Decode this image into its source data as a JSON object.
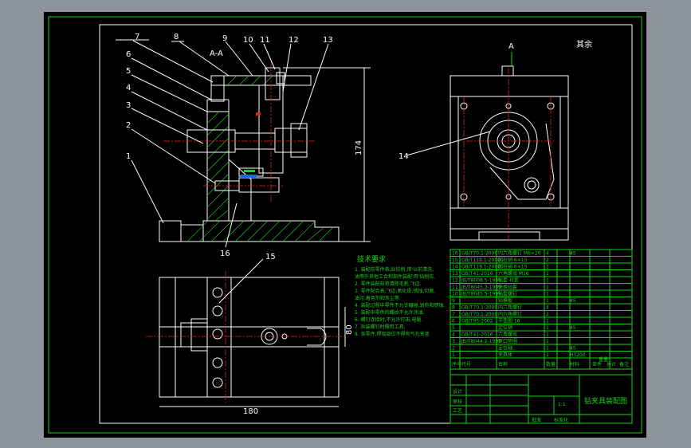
{
  "drawing": {
    "section_label": "A-A",
    "view_arrow_label": "A",
    "roughness_note": "其余",
    "dimensions": {
      "height": "174",
      "width": "180",
      "depth": "80"
    },
    "part_callouts": [
      "1",
      "2",
      "3",
      "4",
      "5",
      "6",
      "7",
      "8",
      "9",
      "10",
      "11",
      "12",
      "13",
      "14",
      "15",
      "16"
    ],
    "tech_requirements_title": "技术要求",
    "tech_requirements": [
      "1. 装配前零件表,钻铰削,用'以前清洗,",
      "油等外其他工合和部件装配'用'钻削应,",
      "2. 零件装配前将清除毛刺,飞边.",
      "3. 零件配合表,飞边,氧化皮,锈蚀,切屑,",
      "油污,着色剂和灰尘等.",
      "4. 装配过程中零件不允许磕碰,划伤和锈蚀.",
      "5. 装配中零件的螺纹不允许涂油.",
      "6. 螺钉连接时,不允许打击,电锯.",
      "7. 拆装螺钉时需用工具,",
      "8. 各零件,焊接部位不得有气孔夹渣."
    ],
    "bom_rows": [
      {
        "no": "16",
        "code": "GB/T70.1-2000",
        "name": "内六角螺钉 M6×20",
        "qty": "4",
        "mat": "45"
      },
      {
        "no": "15",
        "code": "GB/T119.1-2000",
        "name": "圆柱销 6×15",
        "qty": "2",
        "mat": ""
      },
      {
        "no": "14",
        "code": "GB/T119.1-2000",
        "name": "圆柱销 6×15",
        "qty": "2",
        "mat": ""
      },
      {
        "no": "13",
        "code": "GB/T41-2016",
        "name": "六角螺母 M16",
        "qty": "1",
        "mat": ""
      },
      {
        "no": "12",
        "code": "JB/T8008.5-1999",
        "name": "钻套 衬套",
        "qty": "1",
        "mat": ""
      },
      {
        "no": "11",
        "code": "JB/T8045.3-1999",
        "name": "快换钻套",
        "qty": "1",
        "mat": ""
      },
      {
        "no": "10",
        "code": "JB/T8045.5-1999",
        "name": "钻套螺钉",
        "qty": "1",
        "mat": ""
      },
      {
        "no": "9",
        "code": "",
        "name": "钻模板",
        "qty": "1",
        "mat": "45"
      },
      {
        "no": "8",
        "code": "GB/T70.1-2000",
        "name": "内六角螺钉",
        "qty": "4",
        "mat": ""
      },
      {
        "no": "7",
        "code": "GB/T70.1-2000",
        "name": "内六角螺钉",
        "qty": "2",
        "mat": ""
      },
      {
        "no": "6",
        "code": "GB/T95-2002",
        "name": "平垫圈 16",
        "qty": "1",
        "mat": ""
      },
      {
        "no": "5",
        "code": "",
        "name": "定位销",
        "qty": "1",
        "mat": "45"
      },
      {
        "no": "4",
        "code": "GB/T41-2016",
        "name": "六角螺母",
        "qty": "1",
        "mat": ""
      },
      {
        "no": "3",
        "code": "JB/T8044.2-1999",
        "name": "开口垫圈",
        "qty": "1",
        "mat": ""
      },
      {
        "no": "2",
        "code": "",
        "name": "定位轴",
        "qty": "1",
        "mat": "45"
      },
      {
        "no": "1",
        "code": "",
        "name": "夹具体",
        "qty": "1",
        "mat": "HT200"
      }
    ],
    "bom_header": {
      "no": "序号",
      "code": "代号",
      "name": "名称",
      "qty": "数量",
      "mat": "材料",
      "single": "单件",
      "total": "总计",
      "weight": "重量",
      "remark": "备注"
    },
    "title_block": {
      "title": "钻夹具装配图",
      "scale": "1:1",
      "design": "设计",
      "check": "审核",
      "approve": "批准",
      "process": "工艺",
      "standard": "标准化"
    }
  }
}
